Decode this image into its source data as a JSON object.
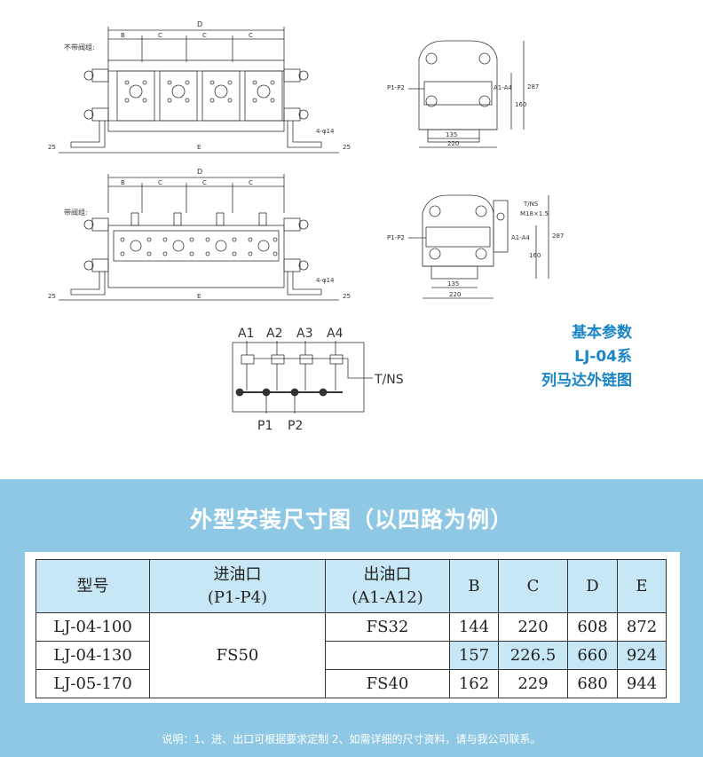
{
  "drawing": {
    "label_no_valve": "不带阀组:",
    "label_with_valve": "带阀组:",
    "dim_D": "D",
    "dim_B": "B",
    "dim_C": "C",
    "dim_E": "E",
    "dim_25": "25",
    "holes": "4-φ14",
    "ports_A": [
      "A1",
      "A2",
      "A3",
      "A4"
    ],
    "port_P": "P1-P2",
    "port_A": "A1-A4",
    "port_T": "T/NS",
    "thread": "M18×1.5",
    "dim_287": "287",
    "dim_160": "160",
    "dim_135": "135",
    "dim_220": "220",
    "schematic_A": [
      "A1",
      "A2",
      "A3",
      "A4"
    ],
    "schematic_T": "T/NS",
    "schematic_P1": "P1",
    "schematic_P2": "P2"
  },
  "params": {
    "line1": "基本参数",
    "line2": "LJ-04系",
    "line3": "列马达外链图"
  },
  "band_title": "外型安装尺寸图（以四路为例）",
  "table": {
    "headers": {
      "model": "型号",
      "inlet": "进油口",
      "inlet_sub": "(P1-P4)",
      "outlet": "出油口",
      "outlet_sub": "(A1-A12)",
      "B": "B",
      "C": "C",
      "D": "D",
      "E": "E"
    },
    "rows": [
      {
        "model": "LJ-04-100",
        "B": "144",
        "C": "220",
        "D": "608",
        "E": "872"
      },
      {
        "model": "LJ-04-130",
        "B": "157",
        "C": "226.5",
        "D": "660",
        "E": "924"
      },
      {
        "model": "LJ-05-170",
        "B": "162",
        "C": "229",
        "D": "680",
        "E": "944"
      }
    ],
    "inlet_value": "FS50",
    "outlet_value_1": "FS32",
    "outlet_value_2": "FS40"
  },
  "note": "说明：1、进、出口可根据要求定制  2、如需详细的尺寸资料，请与我公司联系。",
  "colors": {
    "accent": "#1a86c8",
    "band": "#8fc8e4",
    "header_cell": "#c7e6f6"
  }
}
